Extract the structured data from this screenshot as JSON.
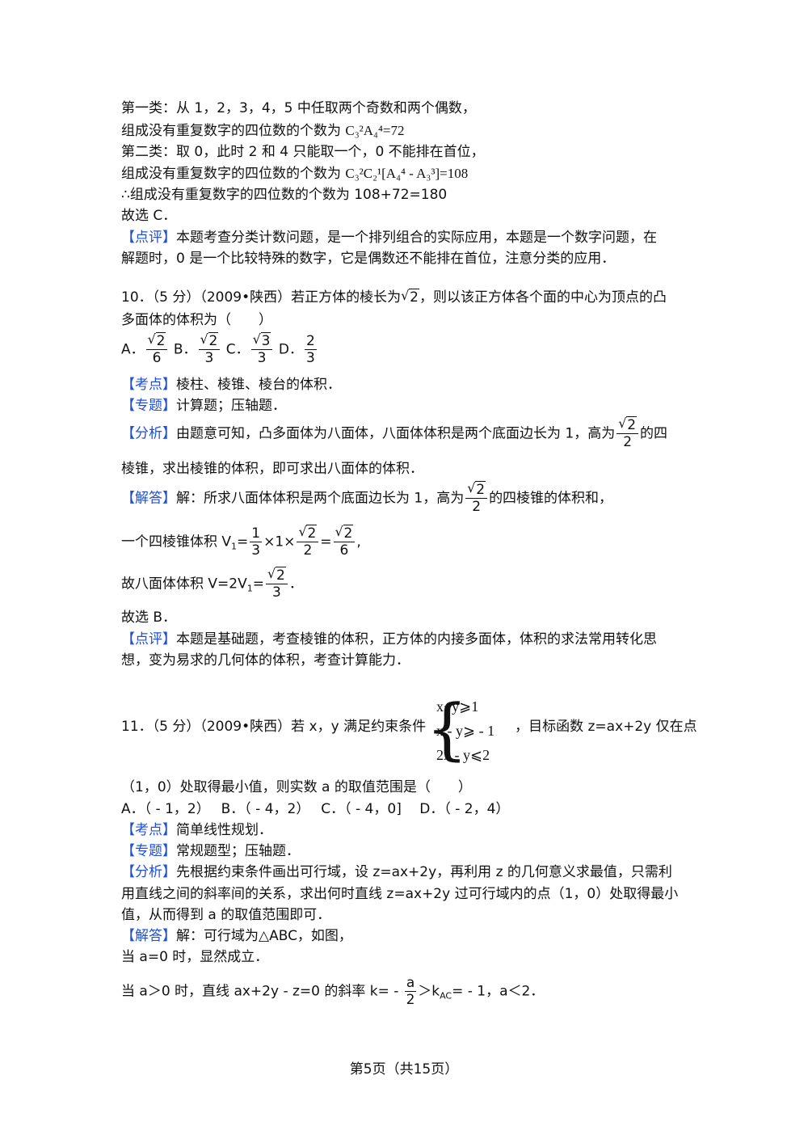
{
  "part1": {
    "l1": "第一类：从 1，2，3，4，5 中任取两个奇数和两个偶数，",
    "l2_text": "组成没有重复数字的四位数的个数为 ",
    "l2_formula": "C₃²A₄⁴=72",
    "l3": "第二类：取 0，此时 2 和 4 只能取一个，0 不能排在首位，",
    "l4_text": "组成没有重复数字的四位数的个数为 ",
    "l4_formula": "C₃²C₂¹[A₄⁴ - A₃³]=108",
    "l5": "∴组成没有重复数字的四位数的个数为 108+72=180",
    "l6": "故选 C．",
    "comment_tag": "【点评】",
    "comment_l1": "本题考查分类计数问题，是一个排列组合的实际应用，本题是一个数字问题，在",
    "comment_l2": "解题时，0 是一个比较特殊的数字，它是偶数还不能排在首位，注意分类的应用．"
  },
  "q10": {
    "head": "10．（5 分）（2009•陕西）若正方体的棱长为",
    "head_tail": "，则以该正方体各个面的中心为顶点的凸",
    "line2": "多面体的体积为（　　）",
    "opt_a": "A．",
    "opt_b": "B．",
    "opt_c": "C．",
    "opt_d": "D．",
    "kd_tag": "【考点】",
    "kd": "棱柱、棱锥、棱台的体积．",
    "zt_tag": "【专题】",
    "zt": "计算题；压轴题．",
    "fx_tag": "【分析】",
    "fx_l1a": "由题意可知，凸多面体为八面体，八面体体积是两个底面边长为 1，高为",
    "fx_l1b": "的四",
    "fx_l2": "棱锥，求出棱锥的体积，即可求出八面体的体积．",
    "jd_tag": "【解答】",
    "jd_l1a": "解：所求八面体体积是两个底面边长为 1，高为",
    "jd_l1b": "的四棱锥的体积和，",
    "jd_l2a": "一个四棱锥体积 V",
    "jd_l3a": "故八面体体积 V=2V",
    "xz": "故选 B．",
    "dp_tag": "【点评】",
    "dp_l1": "本题是基础题，考查棱锥的体积，正方体的内接多面体，体积的求法常用转化思",
    "dp_l2": "想，变为易求的几何体的体积，考查计算能力．"
  },
  "q11": {
    "head": "11．（5 分）（2009•陕西）若 x，y 满足约束条件",
    "head_tail": "，目标函数 z=ax+2y 仅在点",
    "cond1": "x+y⩾1",
    "cond2": "x - y⩾ - 1",
    "cond3": "2x - y⩽2",
    "line2": "（1，0）处取得最小值，则实数 a 的取值范围是（　　）",
    "options": "A．（ - 1，2）　 B．（ - 4，2）　 C．（ - 4，0]　 D．（ - 2，4）",
    "kd_tag": "【考点】",
    "kd": "简单线性规划．",
    "zt_tag": "【专题】",
    "zt": "常规题型；压轴题．",
    "fx_tag": "【分析】",
    "fx_l1": "先根据约束条件画出可行域，设 z=ax+2y，再利用 z 的几何意义求最值，只需利",
    "fx_l2": "用直线之间的斜率间的关系，求出何时直线 z=ax+2y 过可行域内的点（1，0）处取得最小",
    "fx_l3": "值，从而得到 a 的取值范围即可．",
    "jd_tag": "【解答】",
    "jd_l1": "解：可行域为△ABC，如图，",
    "jd_l2": "当 a=0 时，显然成立．",
    "jd_l3a": "当 a＞0 时，直线 ax+2y - z=0 的斜率 k= - ",
    "jd_l3b": "＞k",
    "jd_l3c": "= - 1，a＜2．"
  },
  "math": {
    "two": "2",
    "three": "3",
    "six": "6",
    "one": "1",
    "a": "a",
    "sub1": "1",
    "ac": "AC"
  },
  "footer": "第5页（共15页）"
}
